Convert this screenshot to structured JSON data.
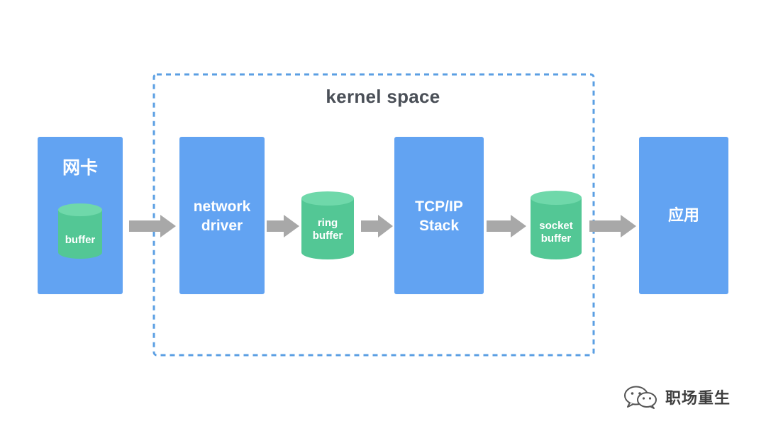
{
  "kernel_space": {
    "title": "kernel space"
  },
  "nodes": {
    "nic": {
      "title": "网卡",
      "buffer_label": "buffer"
    },
    "network_driver": {
      "line1": "network",
      "line2": "driver"
    },
    "ring_buffer": {
      "line1": "ring",
      "line2": "buffer"
    },
    "tcpip_stack": {
      "line1": "TCP/IP",
      "line2": "Stack"
    },
    "socket_buffer": {
      "line1": "socket",
      "line2": "buffer"
    },
    "app": {
      "title": "应用"
    }
  },
  "watermark": {
    "text": "职场重生",
    "icon": "wechat-icon"
  },
  "colors": {
    "box_blue": "#62a3f2",
    "cylinder_green": "#53c795",
    "cylinder_top": "#6fd8aa",
    "arrow_gray": "#a8a8a8",
    "dashed_border": "#5b9fe3"
  }
}
